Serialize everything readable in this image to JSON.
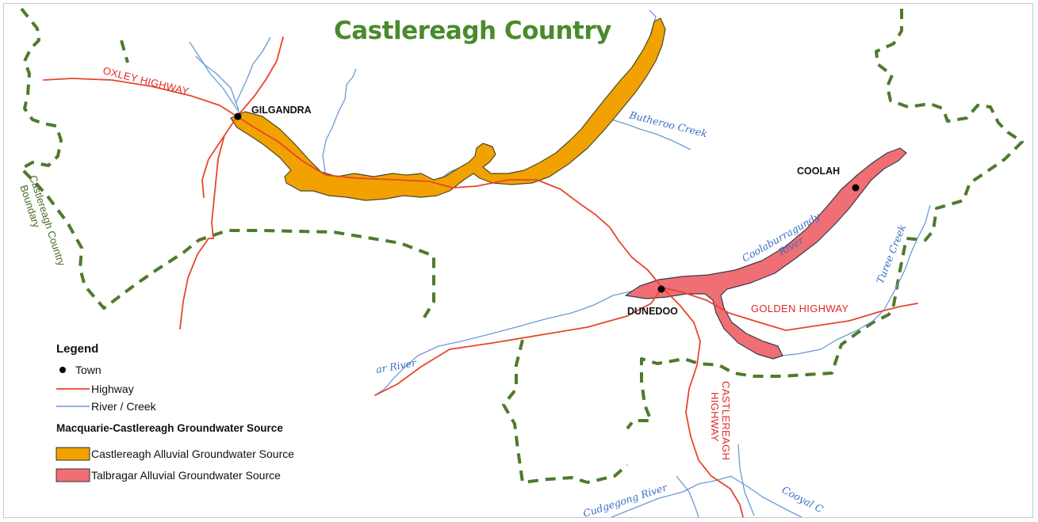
{
  "map": {
    "title": "Castlereagh Country",
    "towns": {
      "gilgandra": "GILGANDRA",
      "coolah": "COOLAH",
      "dunedoo": "DUNEDOO"
    },
    "highways": {
      "oxley": "OXLEY HIGHWAY",
      "golden": "GOLDEN HIGHWAY",
      "castlereagh_line1": "CASTLEREAGH",
      "castlereagh_line2": "HIGHWAY"
    },
    "waterways": {
      "butheroo": "Butheroo Creek",
      "coolaburragundy_line1": "Coolaburragundy",
      "coolaburragundy_line2": "River",
      "turee": "Turee Creek",
      "talbragar_partial": "ar River",
      "cudgegong": "Cudgegong River",
      "cooyal_partial": "Cooyal C"
    },
    "boundary": {
      "label_line1": "Castlereagh Country",
      "label_line2": "Boundary"
    },
    "colors": {
      "castlereagh_alluvial": "#f2a200",
      "talbragar_alluvial": "#ef6f74",
      "highway": "#e8452c",
      "river": "#6d9ad8",
      "boundary": "#4f7a2c",
      "title": "#4a8a2c"
    }
  },
  "legend": {
    "title": "Legend",
    "items": [
      {
        "label": "Town",
        "symbol": "dot"
      },
      {
        "label": "Highway",
        "symbol": "red-line"
      },
      {
        "label": "River / Creek",
        "symbol": "blue-line"
      }
    ],
    "subtitle": "Macquarie-Castlereagh Groundwater Source",
    "sources": [
      {
        "label": "Castlereagh Alluvial Groundwater Source",
        "color": "#f2a200"
      },
      {
        "label": "Talbragar Alluvial Groundwater Source",
        "color": "#ef6f74"
      }
    ]
  }
}
